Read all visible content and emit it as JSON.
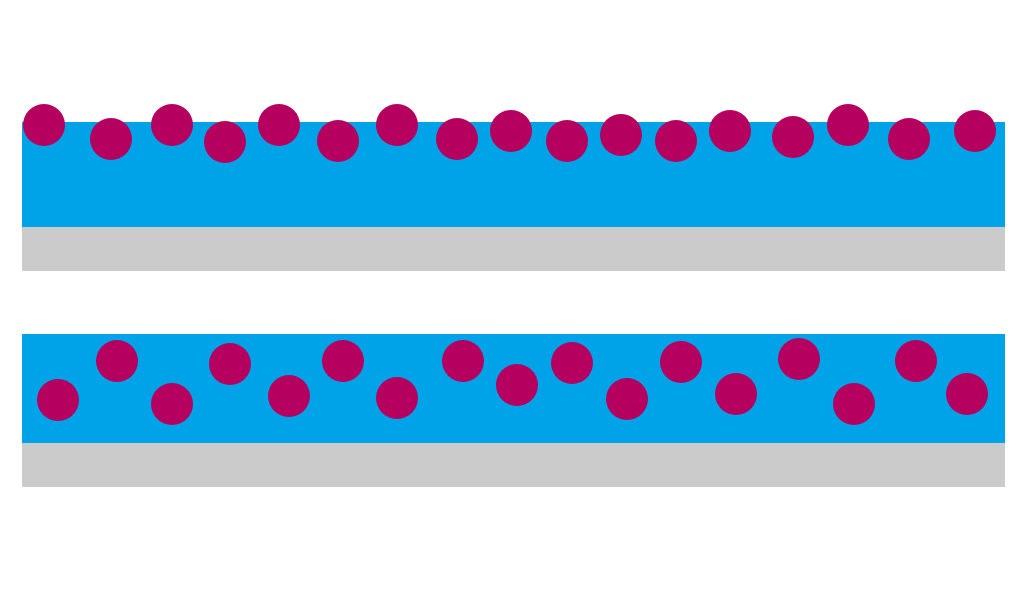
{
  "colors": {
    "background": "#ffffff",
    "layer": "#00a2e8",
    "substrate": "#cbcbcb",
    "particle": "#b5005f"
  },
  "panels": [
    {
      "id": "top",
      "description_name": "surface-adsorbed",
      "particle_count": 17
    },
    {
      "id": "bottom",
      "description_name": "embedded",
      "particle_count": 17
    }
  ]
}
